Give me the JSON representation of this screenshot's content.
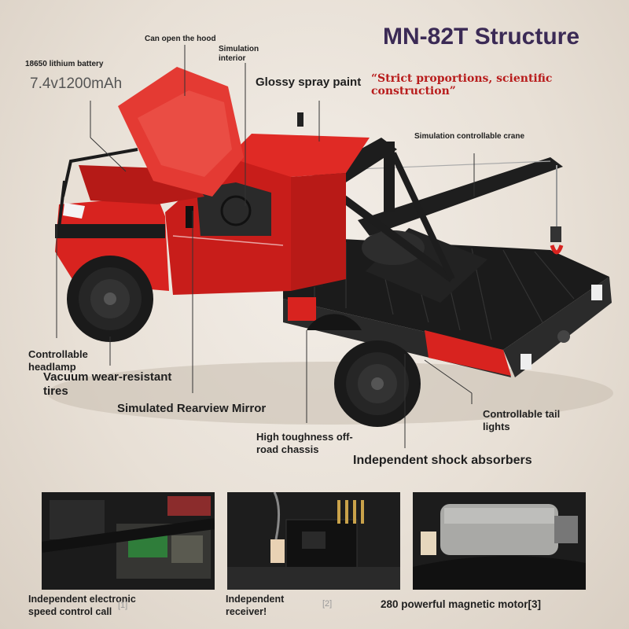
{
  "header": {
    "title": "MN-82T Structure",
    "slogan": "“Strict proportions, scientific construction”"
  },
  "labels": {
    "hood": "Can open the hood",
    "interior_line1": "Simulation",
    "interior_line2": "interior",
    "battery": "18650 lithium battery",
    "battery_capacity": "7.4v1200mAh",
    "paint": "Glossy spray paint",
    "crane": "Simulation controllable crane",
    "headlamp_line1": "Controllable",
    "headlamp_line2": "headlamp",
    "tires_line1": "Vacuum wear-resistant",
    "tires_line2": "tires",
    "mirror": "Simulated Rearview Mirror",
    "chassis_line1": "High toughness off-",
    "chassis_line2": "road chassis",
    "taillights_line1": "Controllable tail",
    "taillights_line2": "lights",
    "shocks": "Independent shock absorbers"
  },
  "panels": [
    {
      "caption_line1": "Independent electronic",
      "caption_line2": "speed control call",
      "ref": "[1]"
    },
    {
      "caption_line1": "Independent",
      "caption_line2": "receiver!",
      "ref": "[2]"
    },
    {
      "caption_line1": "280 powerful magnetic motor[3]",
      "caption_line2": ""
    }
  ],
  "colors": {
    "title": "#3b2a55",
    "slogan": "#b81c1c",
    "truck_body": "#d8231f",
    "bed": "#1c1c1c"
  }
}
